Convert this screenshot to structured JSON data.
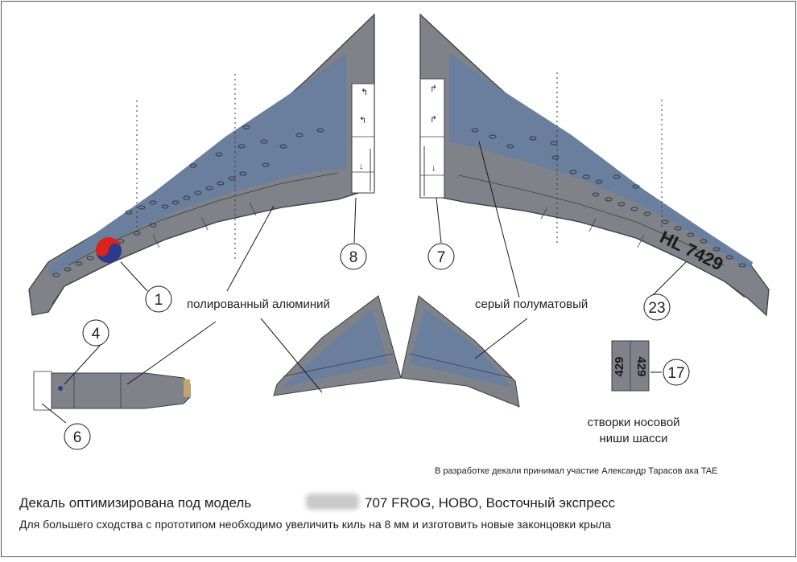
{
  "labels": {
    "polished": "полированный алюминий",
    "grey_semi": "серый полуматовый",
    "nose_gear": "створки носовой\nниши шасси",
    "credit": "В разработке декали принимал участие Александр Тарасов ака TAE",
    "footer_line1_a": "Декаль оптимизирована под модель",
    "footer_line1_b": "707 FROG, НОВО, Восточный экспресс",
    "footer_line2": "Для большего сходства с прототипом необходимо увеличить киль на 8 мм и изготовить новые законцовки крыла"
  },
  "callouts": [
    "1",
    "4",
    "6",
    "8",
    "7",
    "23",
    "17"
  ],
  "registration": "HL 7429",
  "door_text": "429",
  "colors": {
    "grey": "#7f8288",
    "blue": "#6a7f9e",
    "dark_outline": "#3c3f44",
    "red": "#d8231f",
    "navy": "#2a3a8c"
  }
}
